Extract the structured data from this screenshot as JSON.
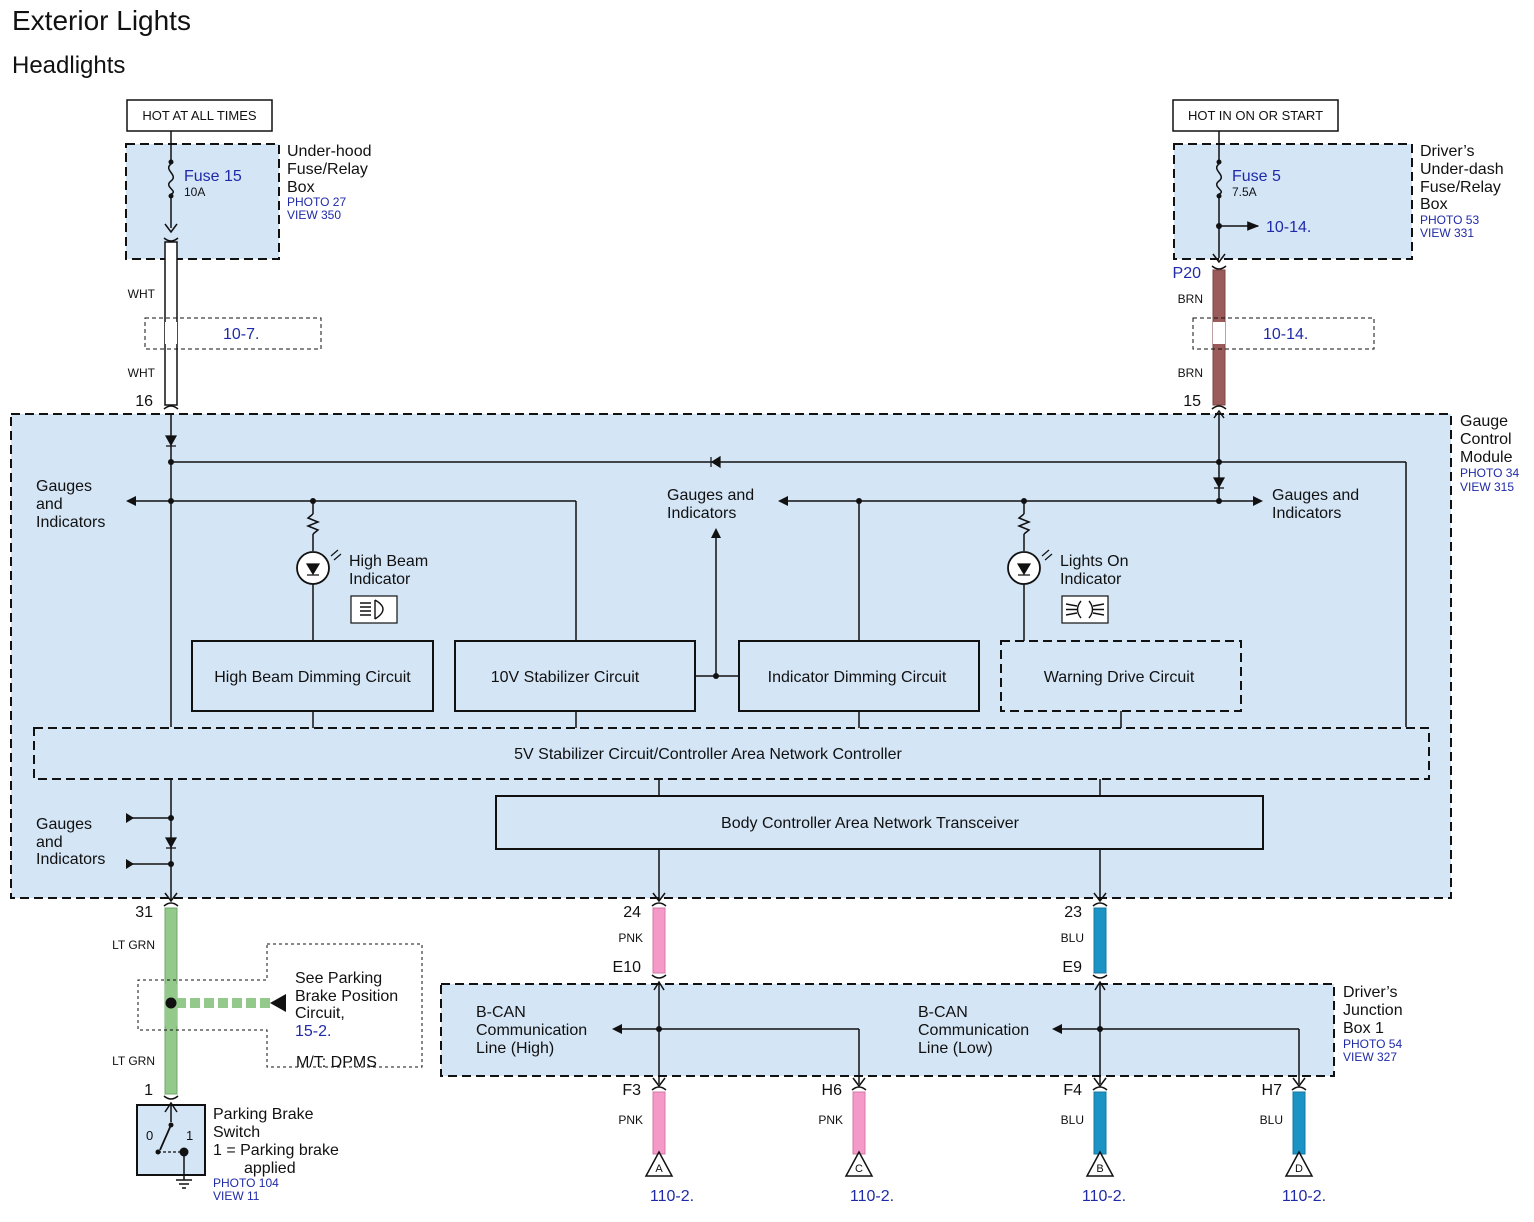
{
  "title": "Exterior Lights",
  "subtitle": "Headlights",
  "colors": {
    "module_fill": "#d4e5f6",
    "link_text": "#1f2aa8",
    "wire_white": "#ffffff",
    "wire_brown": "#9b5b5b",
    "wire_pink": "#f59ac8",
    "wire_blue": "#1b93c4",
    "wire_green": "#93c98b"
  },
  "power_sources": {
    "left": {
      "label": "HOT AT ALL TIMES",
      "fuse_name": "Fuse 15",
      "fuse_rating": "10A",
      "box_name": [
        "Under-hood",
        "Fuse/Relay",
        "Box"
      ],
      "photo": "PHOTO 27",
      "view": "VIEW 350"
    },
    "right": {
      "label": "HOT IN ON OR START",
      "fuse_name": "Fuse 5",
      "fuse_rating": "7.5A",
      "branch_ref": "10-14.",
      "box_name": [
        "Driver’s",
        "Under-dash",
        "Fuse/Relay",
        "Box"
      ],
      "photo": "PHOTO 53",
      "view": "VIEW 331"
    }
  },
  "wires": {
    "left_top": {
      "color_top": "WHT",
      "color_bottom": "WHT",
      "ref": "10-7.",
      "pin": "16"
    },
    "right_top": {
      "connector": "P20",
      "color_top": "BRN",
      "color_bottom": "BRN",
      "ref": "10-14.",
      "pin": "15"
    },
    "pin31": {
      "pin": "31",
      "color_top": "LT GRN",
      "color_bottom": "LT GRN",
      "switch_pin": "1"
    },
    "pin24": {
      "pin": "24",
      "color": "PNK",
      "connector": "E10"
    },
    "pin23": {
      "pin": "23",
      "color": "BLU",
      "connector": "E9"
    }
  },
  "gauge_module": {
    "name": [
      "Gauge",
      "Control",
      "Module"
    ],
    "photo": "PHOTO 34",
    "view": "VIEW 315",
    "gauges_label": [
      "Gauges",
      "and",
      "Indicators"
    ],
    "gauges_label_mid": [
      "Gauges and",
      "Indicators"
    ],
    "gauges_label_right": [
      "Gauges and",
      "Indicators"
    ],
    "gauges_label_bottom": [
      "Gauges",
      "and",
      "Indicators"
    ],
    "high_beam_indicator": [
      "High Beam",
      "Indicator"
    ],
    "lights_on_indicator": [
      "Lights On",
      "Indicator"
    ],
    "circuits": {
      "high_beam_dimming": "High Beam Dimming Circuit",
      "stabilizer_10v": "10V Stabilizer Circuit",
      "indicator_dimming": "Indicator Dimming Circuit",
      "warning_drive": "Warning Drive Circuit",
      "stabilizer_5v": "5V Stabilizer Circuit/Controller Area Network Controller",
      "transceiver": "Body Controller Area Network Transceiver"
    }
  },
  "parking_brake": {
    "see_ref": [
      "See Parking",
      "Brake Position",
      "Circuit,"
    ],
    "ref": "15-2.",
    "note": "M/T: DPMS",
    "switch_name": [
      "Parking Brake",
      "Switch"
    ],
    "switch_desc": [
      "1 = Parking brake",
      "applied"
    ],
    "pos0": "0",
    "pos1": "1",
    "photo": "PHOTO 104",
    "view": "VIEW 11"
  },
  "junction_box": {
    "name": [
      "Driver’s",
      "Junction",
      "Box 1"
    ],
    "photo": "PHOTO 54",
    "view": "VIEW 327",
    "can_high": [
      "B-CAN",
      "Communication",
      "Line (High)"
    ],
    "can_low": [
      "B-CAN",
      "Communication",
      "Line (Low)"
    ],
    "outputs": [
      {
        "pin": "F3",
        "color": "PNK",
        "letter": "A",
        "ref": "110-2."
      },
      {
        "pin": "H6",
        "color": "PNK",
        "letter": "C",
        "ref": "110-2."
      },
      {
        "pin": "F4",
        "color": "BLU",
        "letter": "B",
        "ref": "110-2."
      },
      {
        "pin": "H7",
        "color": "BLU",
        "letter": "D",
        "ref": "110-2."
      }
    ]
  }
}
